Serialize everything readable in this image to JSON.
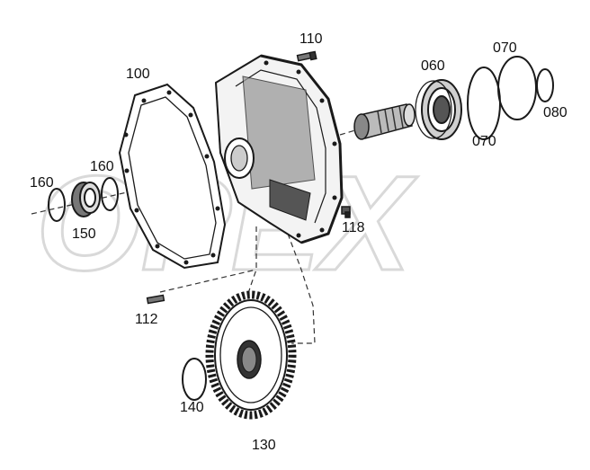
{
  "watermark": "OPEX",
  "labels": {
    "l100": "100",
    "l110": "110",
    "l060": "060",
    "l070a": "070",
    "l070b": "070",
    "l080": "080",
    "l160a": "160",
    "l160b": "160",
    "l150": "150",
    "l118": "118",
    "l112": "112",
    "l140": "140",
    "l130": "130"
  },
  "colors": {
    "line": "#1a1a1a",
    "watermark": "#d9d9d9"
  }
}
